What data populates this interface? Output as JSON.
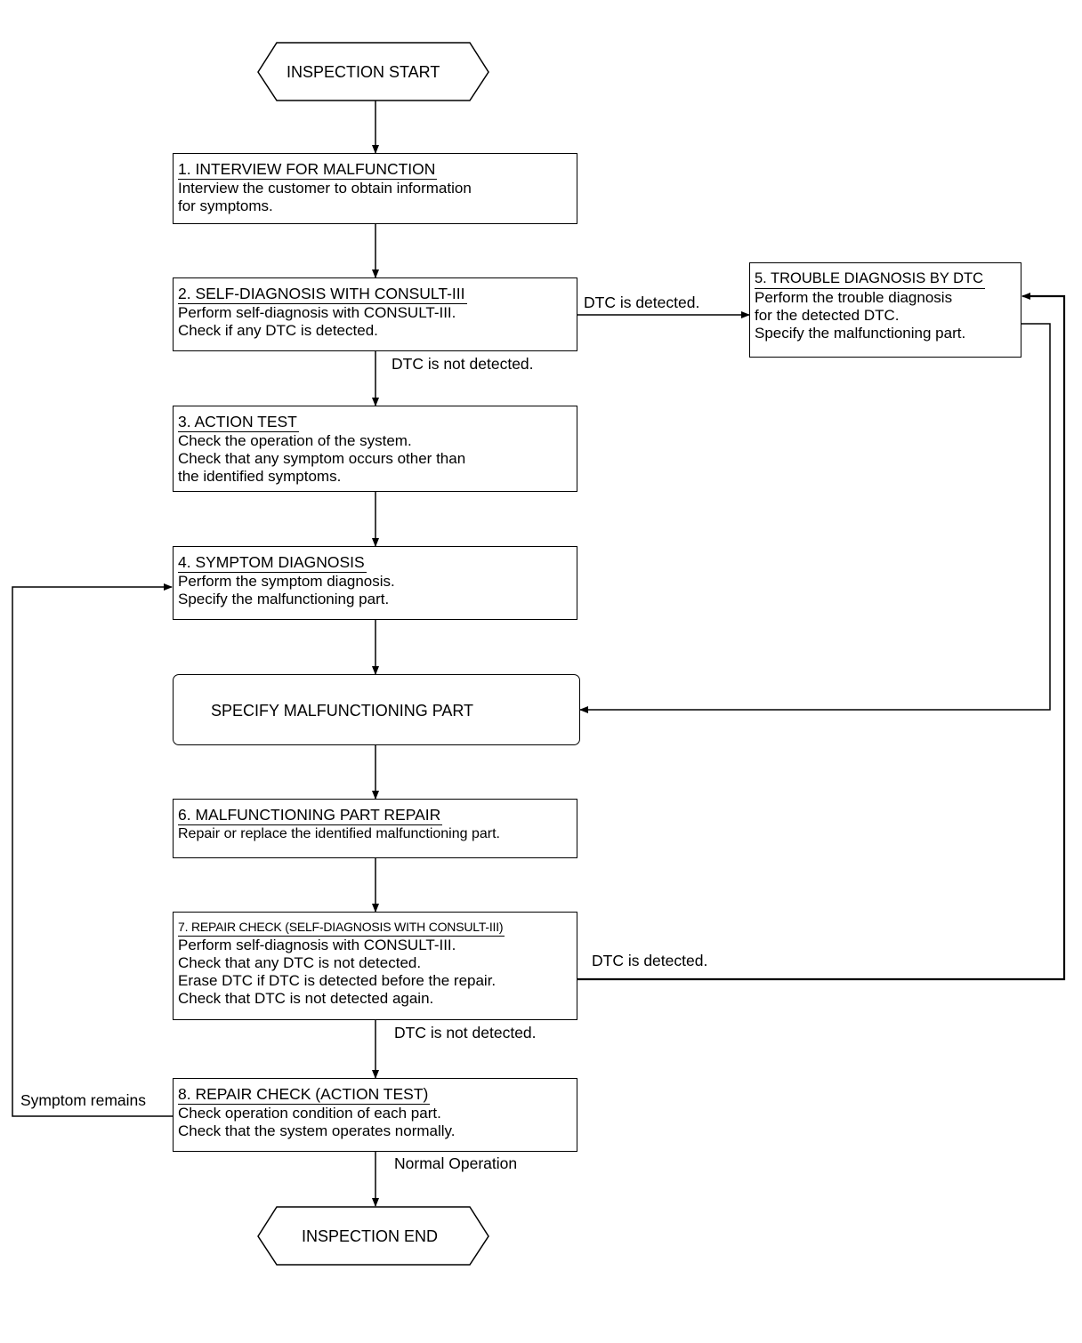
{
  "terminals": {
    "start": "INSPECTION START",
    "end": "INSPECTION END"
  },
  "steps": [
    {
      "title": "1. INTERVIEW FOR MALFUNCTION",
      "lines": [
        "Interview the customer to obtain information",
        "for symptoms."
      ]
    },
    {
      "title": "2. SELF-DIAGNOSIS WITH CONSULT-III",
      "lines": [
        "Perform self-diagnosis with CONSULT-III.",
        "Check if any DTC is detected."
      ]
    },
    {
      "title": "3. ACTION TEST",
      "lines": [
        "Check the operation of the system.",
        "Check that any symptom occurs other than",
        "the identified symptoms."
      ]
    },
    {
      "title": "4. SYMPTOM DIAGNOSIS",
      "lines": [
        "Perform the symptom diagnosis.",
        "Specify the malfunctioning part."
      ]
    },
    {
      "title": "5. TROUBLE DIAGNOSIS BY DTC",
      "lines": [
        "Perform the trouble diagnosis",
        "for the detected DTC.",
        "Specify the malfunctioning part."
      ]
    },
    {
      "title": "6. MALFUNCTIONING PART REPAIR",
      "lines": [
        "Repair or replace the identified malfunctioning part."
      ]
    },
    {
      "title": "7. REPAIR CHECK (SELF-DIAGNOSIS WITH CONSULT-III)",
      "lines": [
        "Perform self-diagnosis with CONSULT-III.",
        "Check that any DTC is not detected.",
        "Erase DTC if DTC is detected before the repair.",
        "Check that DTC is not detected again."
      ]
    },
    {
      "title": "8. REPAIR CHECK (ACTION TEST)",
      "lines": [
        "Check operation condition of each part.",
        "Check that the system operates normally."
      ]
    }
  ],
  "specify_box": "SPECIFY MALFUNCTIONING PART",
  "edge_labels": {
    "dtc_detected_2": "DTC is detected.",
    "dtc_not_detected_2": "DTC is not detected.",
    "dtc_detected_7": "DTC is detected.",
    "dtc_not_detected_7": "DTC is not detected.",
    "symptom_remains": "Symptom remains",
    "normal_operation": "Normal Operation"
  }
}
